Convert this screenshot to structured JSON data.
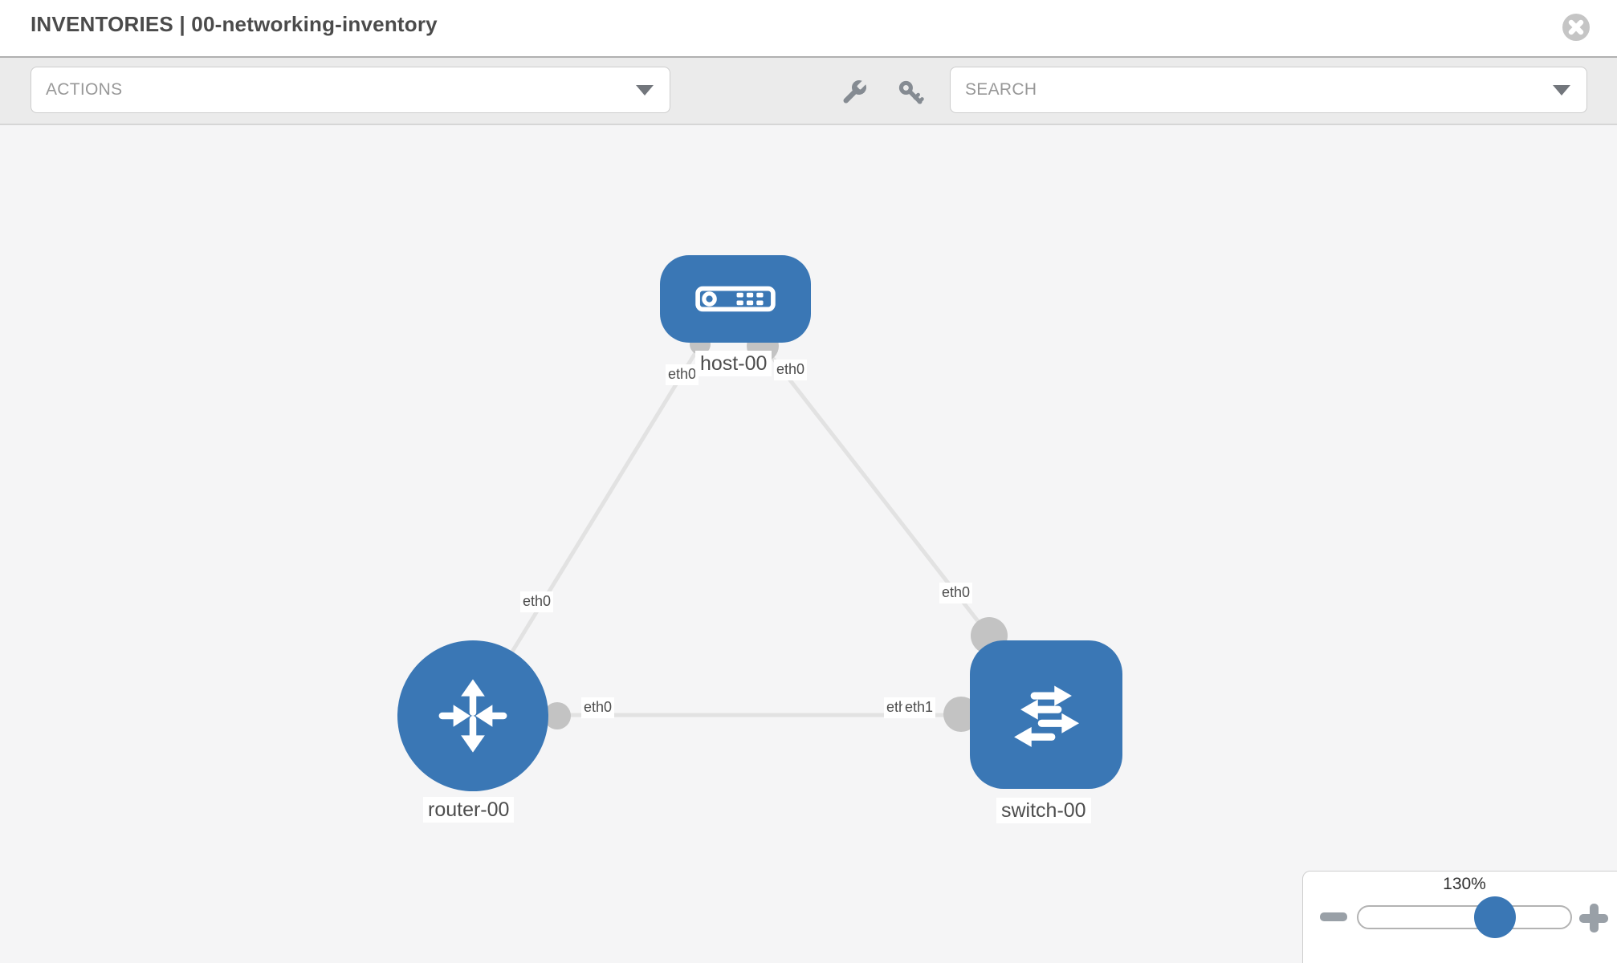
{
  "header": {
    "title": "INVENTORIES | 00-networking-inventory"
  },
  "toolbar": {
    "actions_label": "ACTIONS",
    "search_placeholder": "SEARCH"
  },
  "topology": {
    "nodes": [
      {
        "name": "host-00",
        "type": "host"
      },
      {
        "name": "router-00",
        "type": "router"
      },
      {
        "name": "switch-00",
        "type": "switch"
      }
    ],
    "links": [
      {
        "source": "host-00",
        "source_interface": "eth0",
        "target": "router-00",
        "target_interface": "eth0"
      },
      {
        "source": "host-00",
        "source_interface": "eth0",
        "target": "switch-00",
        "target_interface": "eth0"
      },
      {
        "source": "router-00",
        "source_interface": "eth0",
        "target": "switch-00",
        "target_interface": "eth1"
      }
    ],
    "labels": {
      "host": "host-00",
      "router": "router-00",
      "switch": "switch-00",
      "host_if_left": "eth0",
      "host_if_right": "eth0",
      "router_if_top": "eth0",
      "switch_if_top": "eth0",
      "router_if_right": "eth0",
      "switch_if_left_under": "eth0",
      "switch_if_left": "eth1"
    }
  },
  "zoom_control": {
    "value": "130%"
  },
  "colors": {
    "node_blue": "#3a77b5",
    "link_gray": "#e2e2e2",
    "connector_gray": "#c3c3c3"
  }
}
